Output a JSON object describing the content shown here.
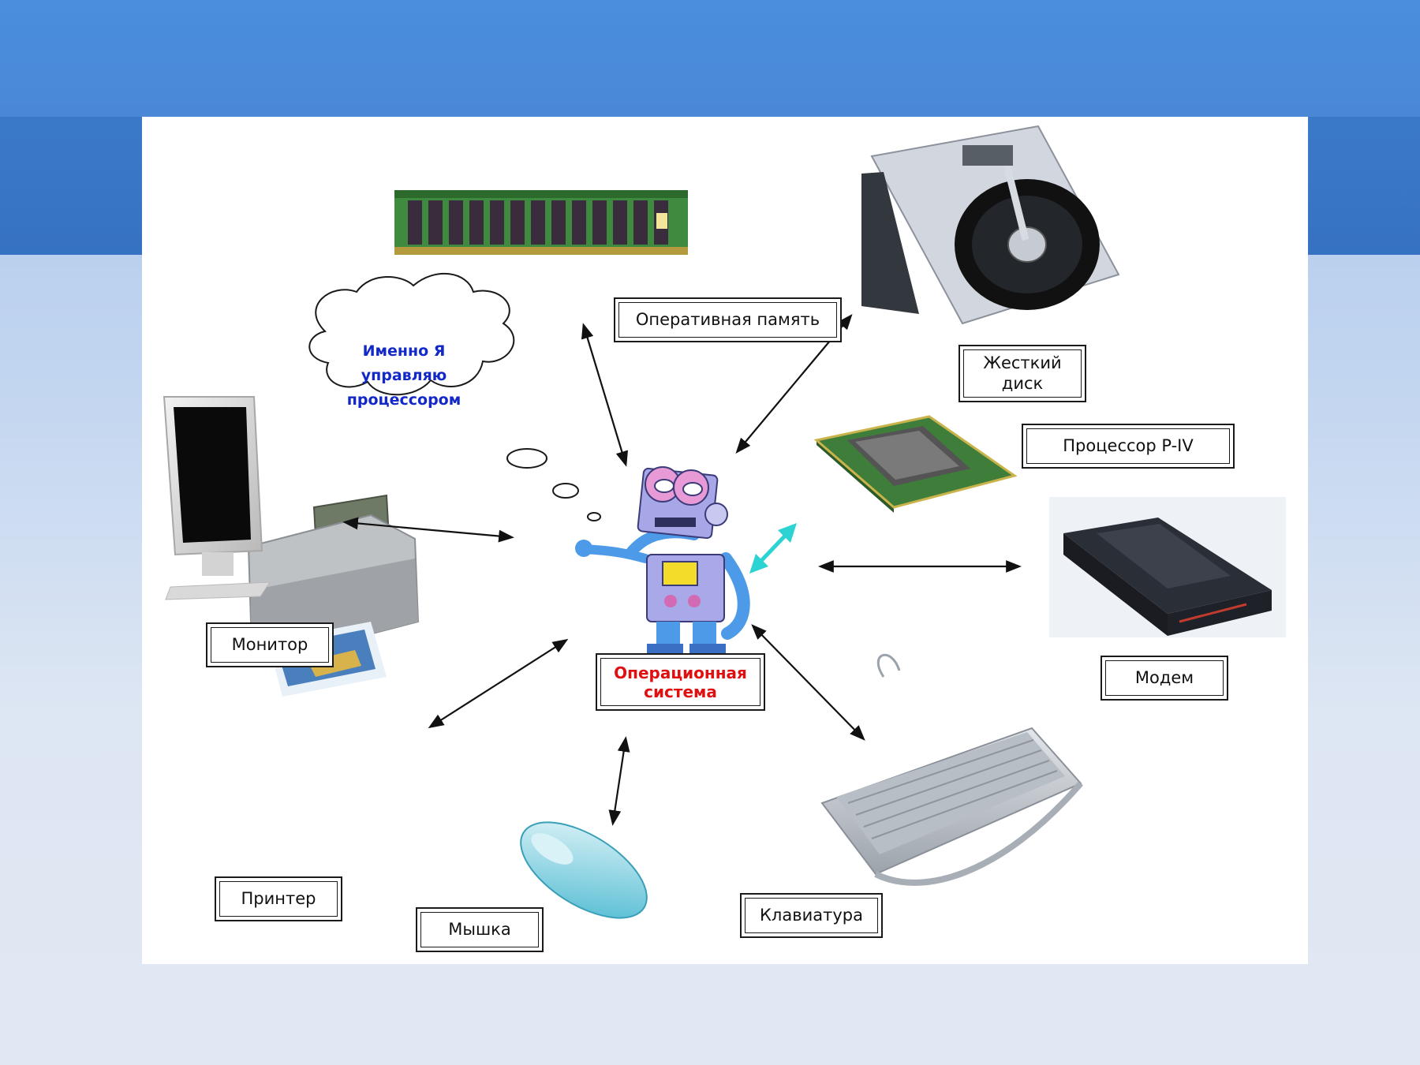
{
  "labels": {
    "ram": "Оперативная память",
    "hdd": "Жесткий\nдиск",
    "cpu": "Процессор P-IV",
    "modem": "Модем",
    "keyboard": "Клавиатура",
    "mouse": "Мышка",
    "printer": "Принтер",
    "monitor": "Монитор",
    "os": "Операционная\nсистема"
  },
  "cloud": {
    "text": "Именно Я\nуправляю\nпроцессором"
  },
  "icons": [
    "ram-module-icon",
    "hard-disk-icon",
    "cpu-chip-icon",
    "modem-icon",
    "keyboard-icon",
    "mouse-icon",
    "printer-icon",
    "monitor-icon",
    "robot-icon",
    "thought-cloud-icon"
  ],
  "colors": {
    "os_label": "#e01010",
    "cloud_text": "#1228c8",
    "band": "#3a78c8"
  }
}
